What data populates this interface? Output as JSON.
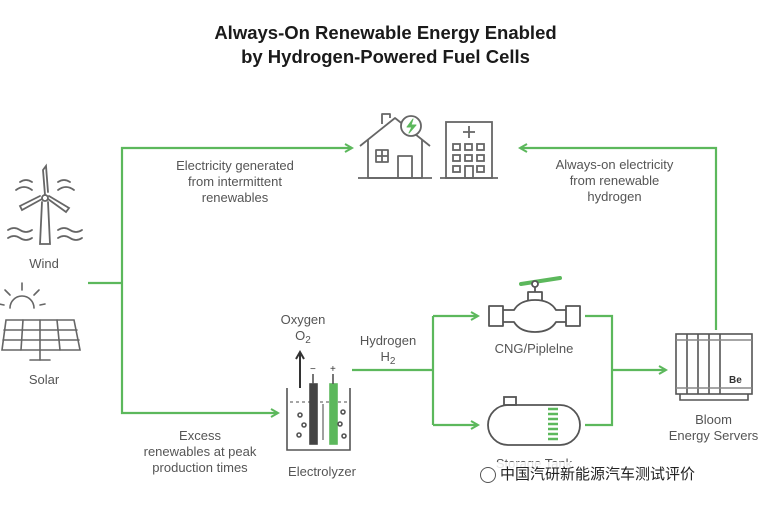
{
  "title": {
    "line1": "Always-On Renewable Energy Enabled",
    "line2": "by Hydrogen-Powered Fuel Cells"
  },
  "sources": {
    "wind": "Wind",
    "solar": "Solar"
  },
  "flows": {
    "intermittent_line1": "Electricity generated",
    "intermittent_line2": "from intermittent",
    "intermittent_line3": "renewables",
    "always_on_line1": "Always-on electricity",
    "always_on_line2": "from renewable",
    "always_on_line3": "hydrogen",
    "excess_line1": "Excess",
    "excess_line2": "renewables at peak",
    "excess_line3": "production times"
  },
  "electrolyzer": {
    "label": "Electrolyzer",
    "oxygen": "Oxygen",
    "oxygen_formula": "O",
    "oxygen_sub": "2",
    "hydrogen": "Hydrogen",
    "hydrogen_formula": "H",
    "hydrogen_sub": "2",
    "plus": "+",
    "minus": "−"
  },
  "storage": {
    "pipeline": "CNG/Piplelne",
    "tank": "Storage Tank"
  },
  "servers": {
    "line1": "Bloom",
    "line2": "Energy Servers",
    "badge": "Be"
  },
  "watermark": "中国汽研新能源汽车测试评价",
  "colors": {
    "green": "#5cb85c",
    "icon_gray": "#666666",
    "text_gray": "#555555"
  }
}
